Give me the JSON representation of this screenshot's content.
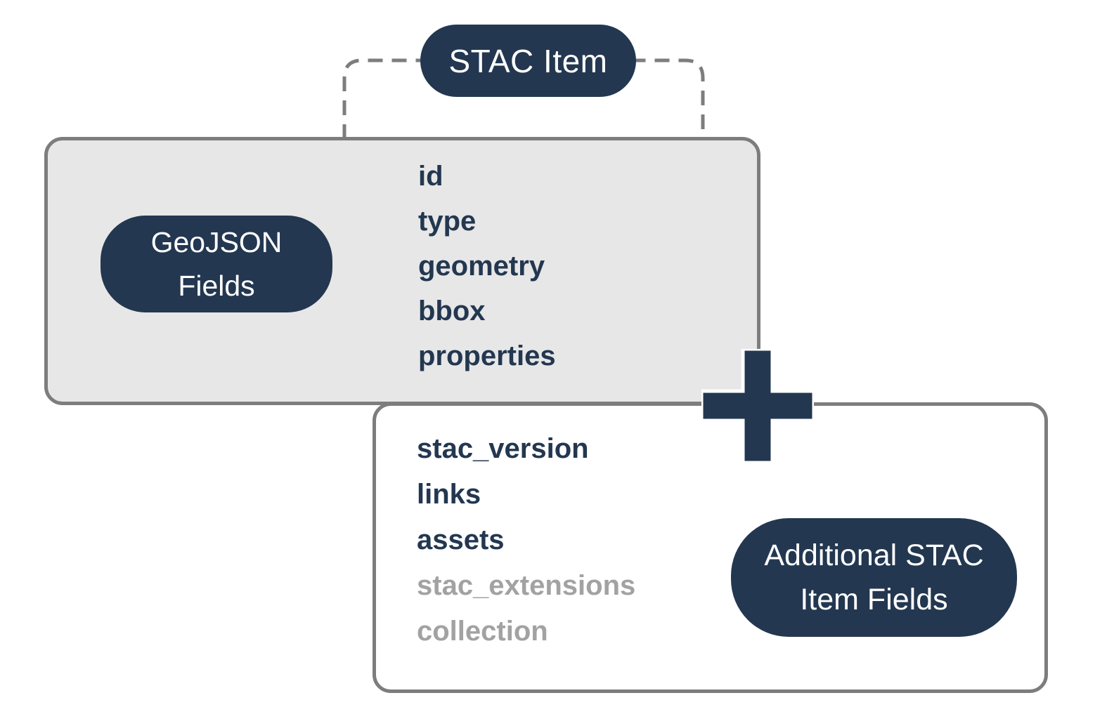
{
  "diagram": {
    "badges": {
      "stac_item": "STAC Item",
      "geojson": {
        "line1": "GeoJSON",
        "line2": "Fields"
      },
      "additional": {
        "line1": "Additional STAC",
        "line2": "Item Fields"
      }
    },
    "geojson_box": {
      "fields": [
        "id",
        "type",
        "geometry",
        "bbox",
        "properties"
      ]
    },
    "stac_box": {
      "required_fields": [
        "stac_version",
        "links",
        "assets"
      ],
      "optional_fields": [
        "stac_extensions",
        "collection"
      ]
    },
    "icons": {
      "plus": "plus-icon"
    },
    "colors": {
      "navy": "#233750",
      "gray_fill": "#e7e7e7",
      "border_gray": "#7d7d7d",
      "muted_text": "#a2a2a2",
      "white": "#ffffff"
    }
  }
}
